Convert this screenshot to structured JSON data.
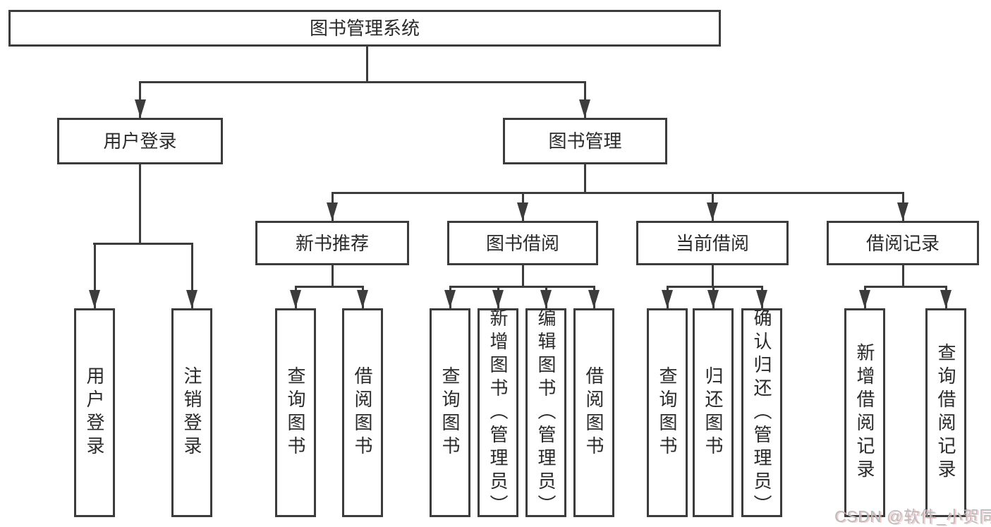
{
  "tree": {
    "root": {
      "label": "图书管理系统",
      "children": [
        {
          "label": "用户登录",
          "children": [
            {
              "label": "用户登录"
            },
            {
              "label": "注销登录"
            }
          ]
        },
        {
          "label": "图书管理",
          "children": [
            {
              "label": "新书推荐",
              "children": [
                {
                  "label": "查询图书"
                },
                {
                  "label": "借阅图书"
                }
              ]
            },
            {
              "label": "图书借阅",
              "children": [
                {
                  "label": "查询图书"
                },
                {
                  "label": "新增图书（管理员）"
                },
                {
                  "label": "编辑图书（管理员）"
                },
                {
                  "label": "借阅图书"
                }
              ]
            },
            {
              "label": "当前借阅",
              "children": [
                {
                  "label": "查询图书"
                },
                {
                  "label": "归还图书"
                },
                {
                  "label": "确认归还（管理员）"
                }
              ]
            },
            {
              "label": "借阅记录",
              "children": [
                {
                  "label": "新增借阅记录"
                },
                {
                  "label": "查询借阅记录"
                }
              ]
            }
          ]
        }
      ]
    }
  },
  "watermark": {
    "text": "CSDN @软件_小贺同学"
  },
  "colors": {
    "line": "#3c3c3c",
    "text": "#2a2a2a",
    "background": "#ffffff",
    "watermark_gray": "#b9bcbe",
    "watermark_pink": "#eeb2b2"
  }
}
